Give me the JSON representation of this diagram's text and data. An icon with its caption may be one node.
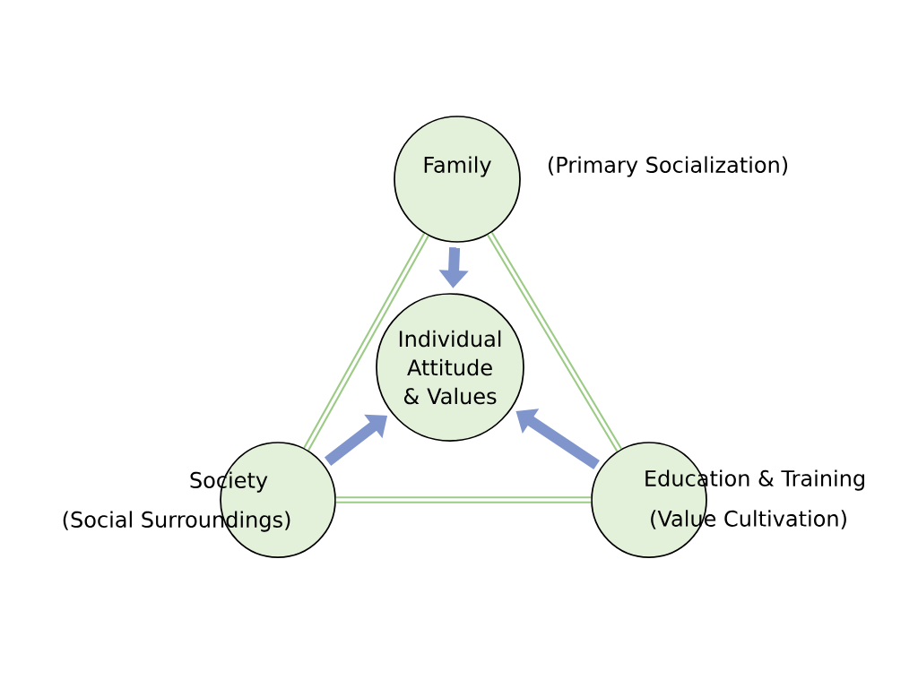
{
  "diagram": {
    "nodes": [
      {
        "text": [
          "Family"
        ],
        "beside": [
          "(Primary Socialization)"
        ]
      },
      {
        "text": [
          "Individual Attitude & Values"
        ]
      },
      {
        "text": [
          "Society",
          "(Social Surroundings)"
        ]
      },
      {
        "text": [
          "Education & Training",
          "(Value Cultivation)"
        ]
      }
    ],
    "edges": [
      {
        "from": 0,
        "to": 1,
        "arrow": "to",
        "color": "#7f95cc"
      },
      {
        "from": 2,
        "to": 1,
        "arrow": "to",
        "color": "#7f95cc"
      },
      {
        "from": 3,
        "to": 1,
        "arrow": "to",
        "color": "#7f95cc"
      },
      {
        "from": 0,
        "to": 2,
        "arrow": "none",
        "color": "#9ccb86"
      },
      {
        "from": 0,
        "to": 3,
        "arrow": "none",
        "color": "#9ccb86"
      },
      {
        "from": 2,
        "to": 3,
        "arrow": "none",
        "color": "#9ccb86"
      }
    ]
  }
}
